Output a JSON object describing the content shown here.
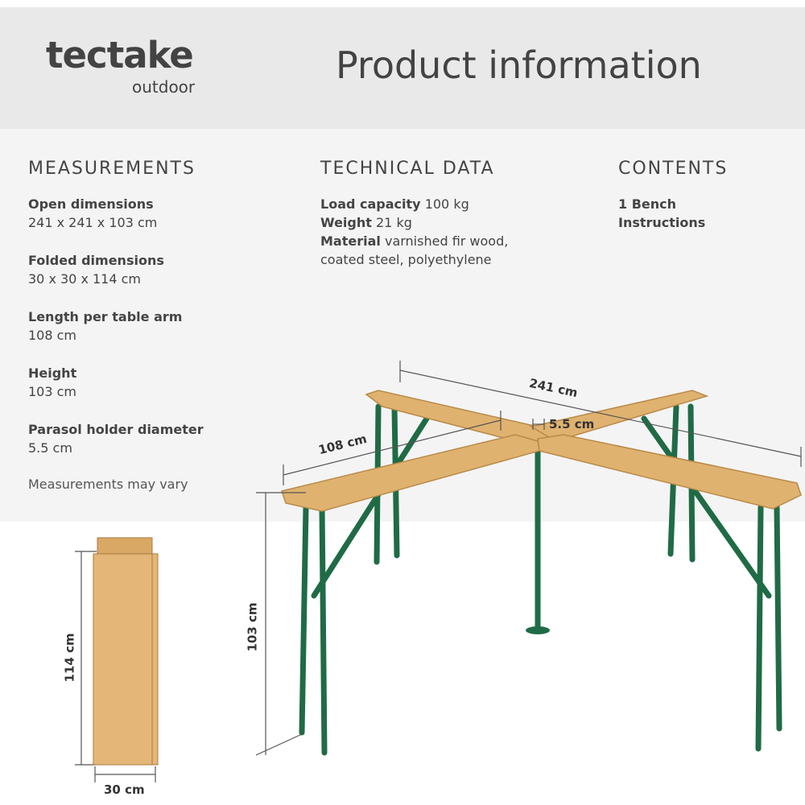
{
  "header": {
    "brand": "tectake",
    "brand_sub": "outdoor",
    "title": "Product information"
  },
  "measurements": {
    "heading": "MEASUREMENTS",
    "items": [
      {
        "label": "Open dimensions",
        "value": "241 x 241 x 103 cm"
      },
      {
        "label": "Folded dimensions",
        "value": "30 x 30 x 114 cm"
      },
      {
        "label": "Length per table arm",
        "value": "108 cm"
      },
      {
        "label": "Height",
        "value": "103 cm"
      },
      {
        "label": "Parasol holder diameter",
        "value": "5.5 cm"
      }
    ],
    "note": "Measurements may vary"
  },
  "technical": {
    "heading": "TECHNICAL DATA",
    "items": [
      {
        "label": "Load capacity",
        "value": "100 kg"
      },
      {
        "label": "Weight",
        "value": "21 kg"
      },
      {
        "label": "Material",
        "value": "varnished fir wood, coated steel, polyethylene"
      }
    ]
  },
  "contents": {
    "heading": "CONTENTS",
    "items": [
      "1 Bench",
      "Instructions"
    ]
  },
  "dimensions": {
    "width": "241 cm",
    "arm": "108 cm",
    "holder": "5.5 cm",
    "height": "103 cm",
    "folded_height": "114 cm",
    "folded_width": "30 cm"
  }
}
